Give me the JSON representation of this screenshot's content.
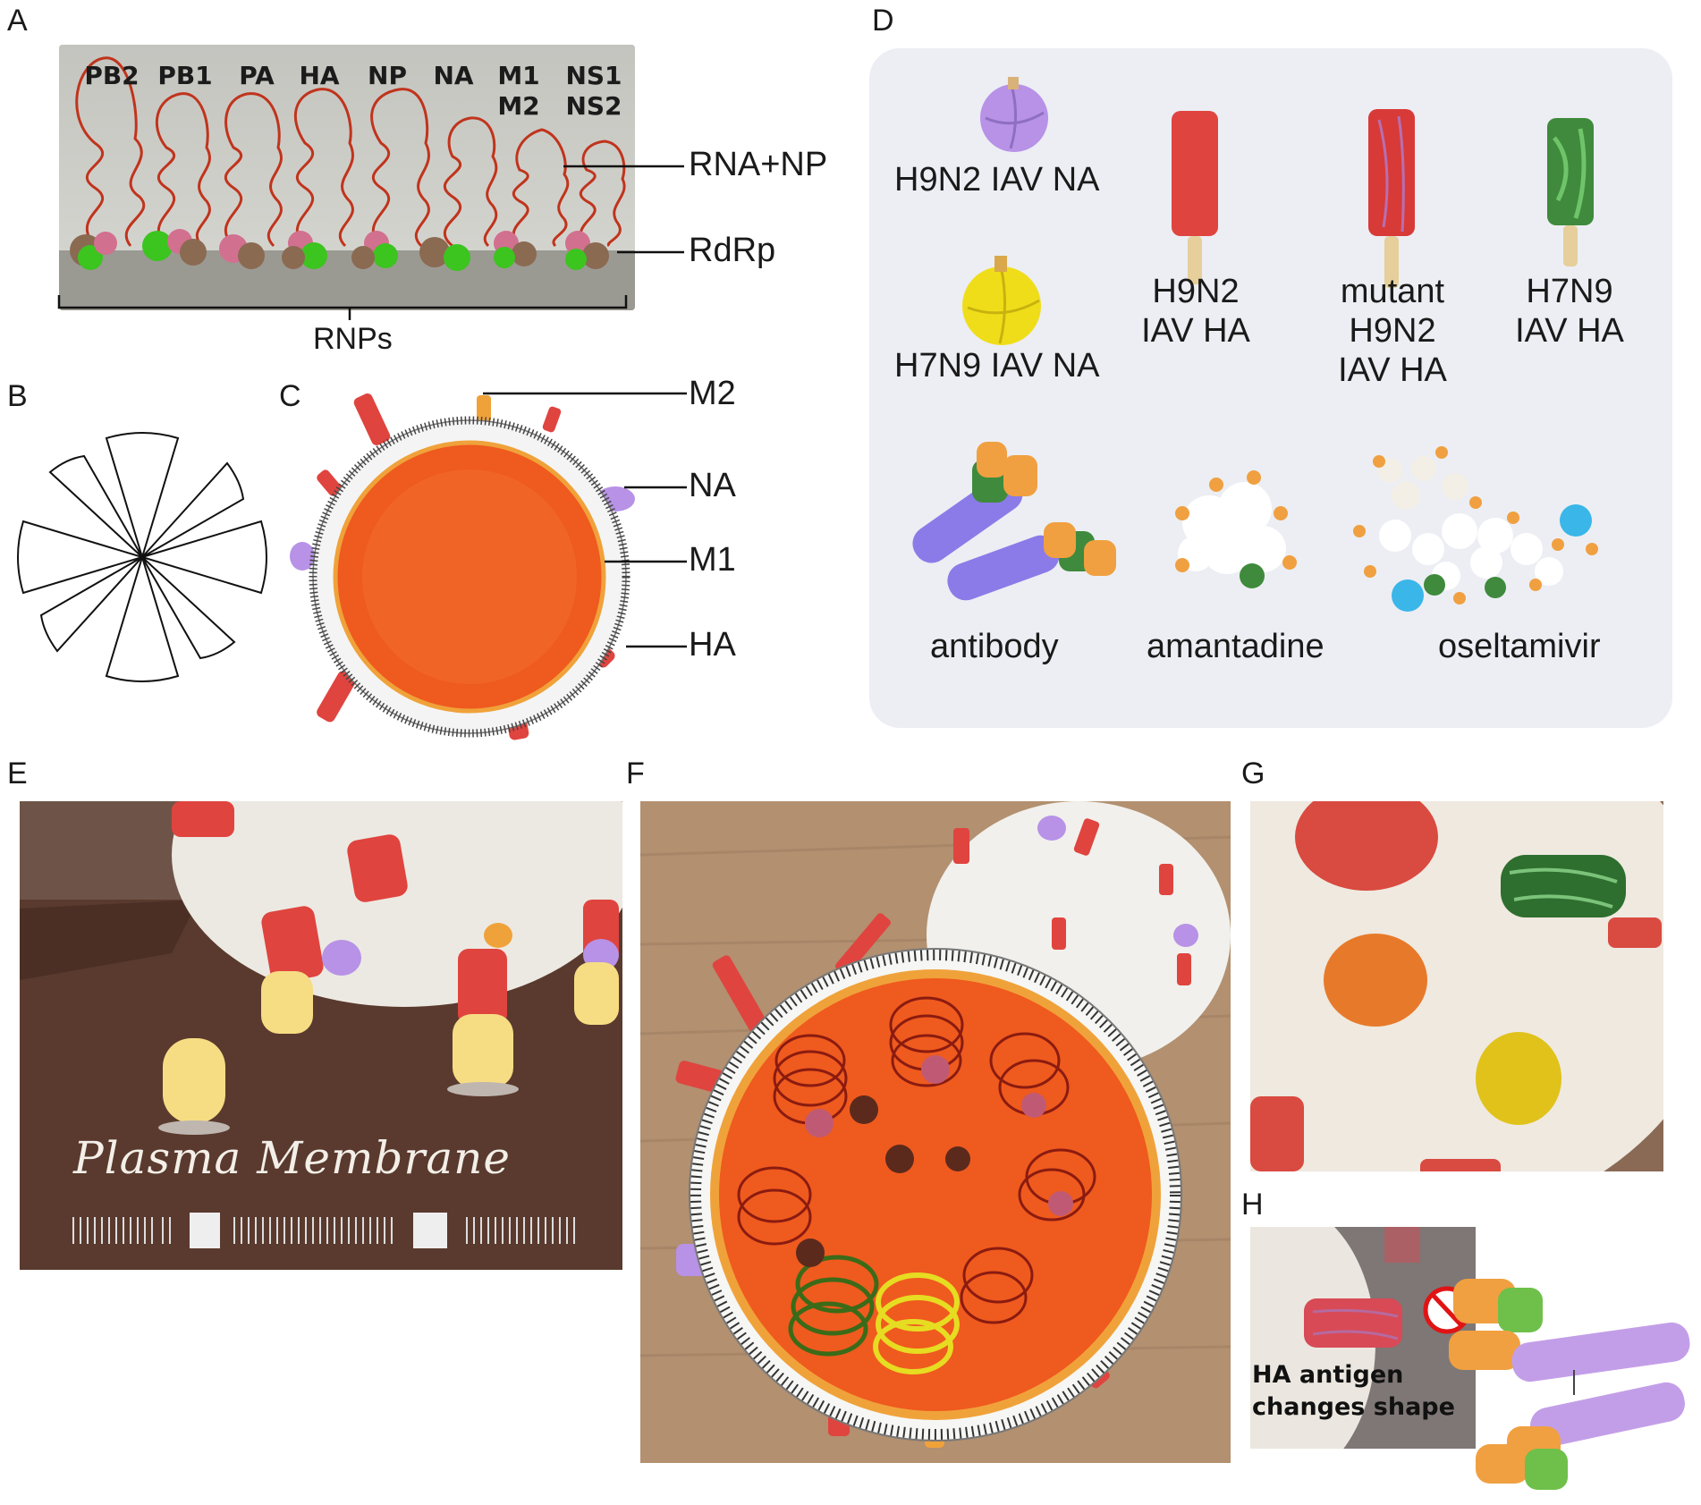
{
  "panels": {
    "a": "A",
    "b": "B",
    "c": "C",
    "d": "D",
    "e": "E",
    "f": "F",
    "g": "G",
    "h": "H"
  },
  "panel_a": {
    "segments": [
      "PB2",
      "PB1",
      "PA",
      "HA",
      "NP",
      "NA",
      "M1\nM2",
      "NS1\nNS2"
    ],
    "label_rna_np": "RNA+NP",
    "label_rdrp": "RdRp",
    "label_rnps": "RNPs"
  },
  "panel_c": {
    "label_m2": "M2",
    "label_na": "NA",
    "label_m1": "M1",
    "label_ha": "HA"
  },
  "panel_d": {
    "h9n2_na": "H9N2 IAV NA",
    "h7n9_na": "H7N9 IAV NA",
    "h9n2_ha": "H9N2\nIAV HA",
    "mutant_ha": "mutant\nH9N2\nIAV HA",
    "h7n9_ha": "H7N9\nIAV HA",
    "antibody": "antibody",
    "amantadine": "amantadine",
    "oseltamivir": "oseltamivir"
  },
  "panel_e": {
    "membrane_text": "Plasma Membrane"
  },
  "panel_h": {
    "caption": "HA antigen\nchanges shape"
  },
  "colors": {
    "ha_red": "#e0443f",
    "na_purple": "#b792e6",
    "na_yellow": "#f0dd1a",
    "ha_green": "#3f8a3c",
    "matrix_orange": "#ef5a1e",
    "m2_orange": "#f0a23a",
    "rna_wire": "#c0341c",
    "np_pink": "#d27090",
    "rdrp_green": "#3cc41f",
    "rdrp_brown": "#8b6a52",
    "panel_d_bg": "#eceef3",
    "membrane_brown": "#5a3a2e"
  }
}
